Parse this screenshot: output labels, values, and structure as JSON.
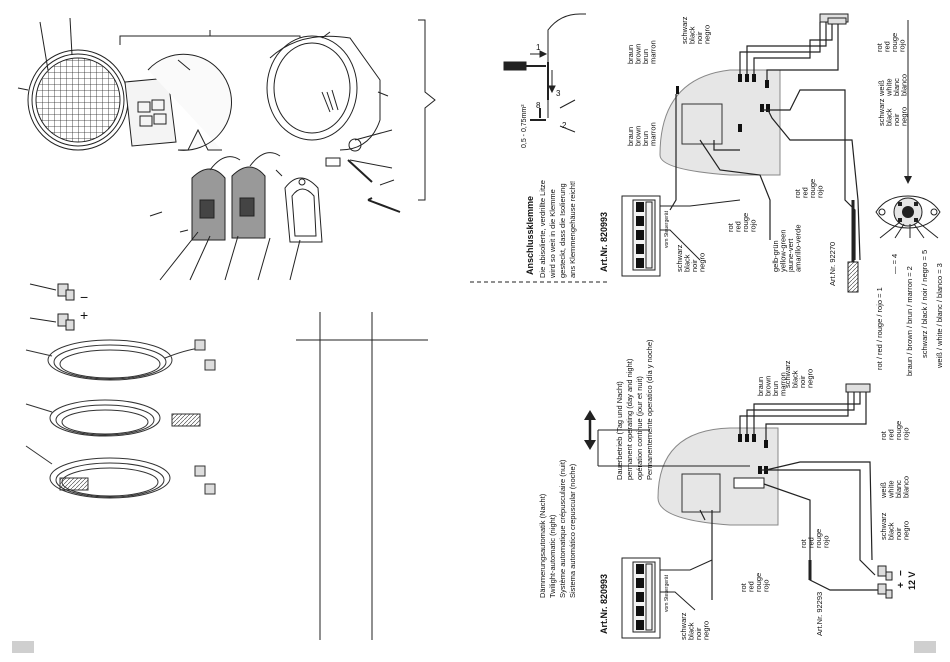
{
  "wire_colors": {
    "brown": [
      "braun",
      "brown",
      "brun",
      "marron"
    ],
    "black": [
      "schwarz",
      "black",
      "noir",
      "negro"
    ],
    "red": [
      "rot",
      "red",
      "rouge",
      "rojo"
    ],
    "white": [
      "weiß",
      "white",
      "blanc",
      "blanco"
    ],
    "yellow_green": [
      "gelb-grün",
      "yellow-green",
      "jaune-vert",
      "amarillo-verde"
    ]
  },
  "modules": {
    "art_nr": "Art.Nr. 820993",
    "from_control_unit": "vom Steuergerät"
  },
  "cables": {
    "art_1": "Art.Nr. 92270",
    "art_2": "Art.Nr. 92293"
  },
  "clamp": {
    "title": "Anschlussklemme",
    "lines": [
      "Die abisolierte, verdrillte Litze",
      "wird so weit in die Klemme",
      "gesteckt, dass die Isolierung",
      "ans Klemmengehäuse reicht!"
    ],
    "wire_size": "0,5 - 0,75mm²",
    "step_1": "1",
    "step_2": "2",
    "step_3": "3",
    "dim_8": "8"
  },
  "pinout": [
    "rot / red / rouge / rojo = 1",
    "— = 4",
    "braun / brown / brun / marron = 2",
    "schwarz / black / noir / negro = 5",
    "weiß / white / blanc / blanco = 3"
  ],
  "modes": {
    "twilight": [
      "Dämmerungsautomatik (Nacht)",
      "Twilight-automatic (night)",
      "Système automatique crépusculaire (nuit)",
      "Sistema automático crepuscular (noche)"
    ],
    "permanent": [
      "Dauerbetrieb (Tag und Nacht)",
      "permanent operating (day and night)",
      "opération continue (jour et nuit)",
      "Permanentemente operatico (día y noche)"
    ]
  },
  "power": {
    "plus": "+",
    "minus": "−",
    "voltage": "12 V"
  },
  "terminals": {
    "plus": "+",
    "minus": "−"
  }
}
